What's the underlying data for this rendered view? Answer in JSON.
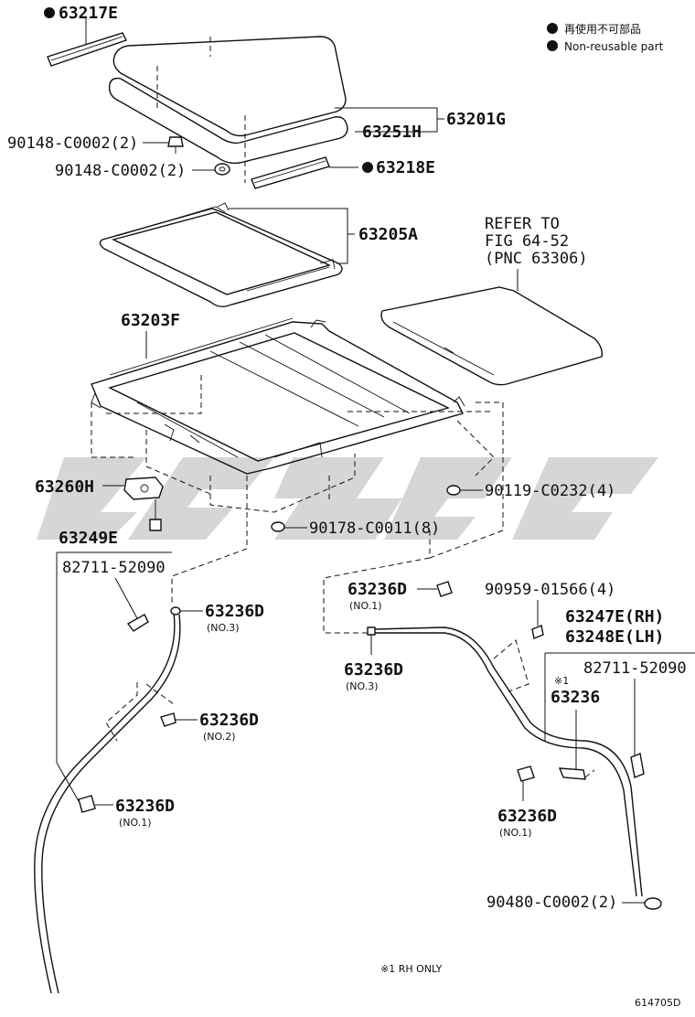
{
  "legend": {
    "item1": "再使用不可部品",
    "item2": "Non-reusable part"
  },
  "labels": {
    "p63217E": "63217E",
    "p63201G": "63201G",
    "p63251H": "63251H",
    "p90148a": "90148-C0002(2)",
    "p90148b": "90148-C0002(2)",
    "p63218E": "63218E",
    "p63205A": "63205A",
    "refer1": "REFER TO",
    "refer2": "FIG 64-52",
    "refer3": "(PNC 63306)",
    "p63203F": "63203F",
    "p63260H": "63260H",
    "p90119": "90119-C0232(4)",
    "p90178": "90178-C0011(8)",
    "p63249E": "63249E",
    "p82711a": "82711-52090",
    "p63236D_l3": "63236D",
    "no3_l": "(NO.3)",
    "p63236D_l2": "63236D",
    "no2_l": "(NO.2)",
    "p63236D_l1": "63236D",
    "no1_l": "(NO.1)",
    "p63236D_m1": "63236D",
    "no1_m": "(NO.1)",
    "p90959": "90959-01566(4)",
    "p63247E": "63247E(RH)",
    "p63248E": "63248E(LH)",
    "p63236D_m3": "63236D",
    "no3_m": "(NO.3)",
    "p82711b": "82711-52090",
    "note_mark": "※1",
    "p63236": "63236",
    "p63236D_r1": "63236D",
    "no1_r": "(NO.1)",
    "p90480": "90480-C0002(2)",
    "footnote": "※1 RH ONLY",
    "figno": "614705D"
  },
  "icons": {
    "non_reusable_marker": "filled-circle",
    "watermark": "watermark-logo"
  },
  "colors": {
    "line": "#111111",
    "watermark": "#c8c8c8"
  }
}
